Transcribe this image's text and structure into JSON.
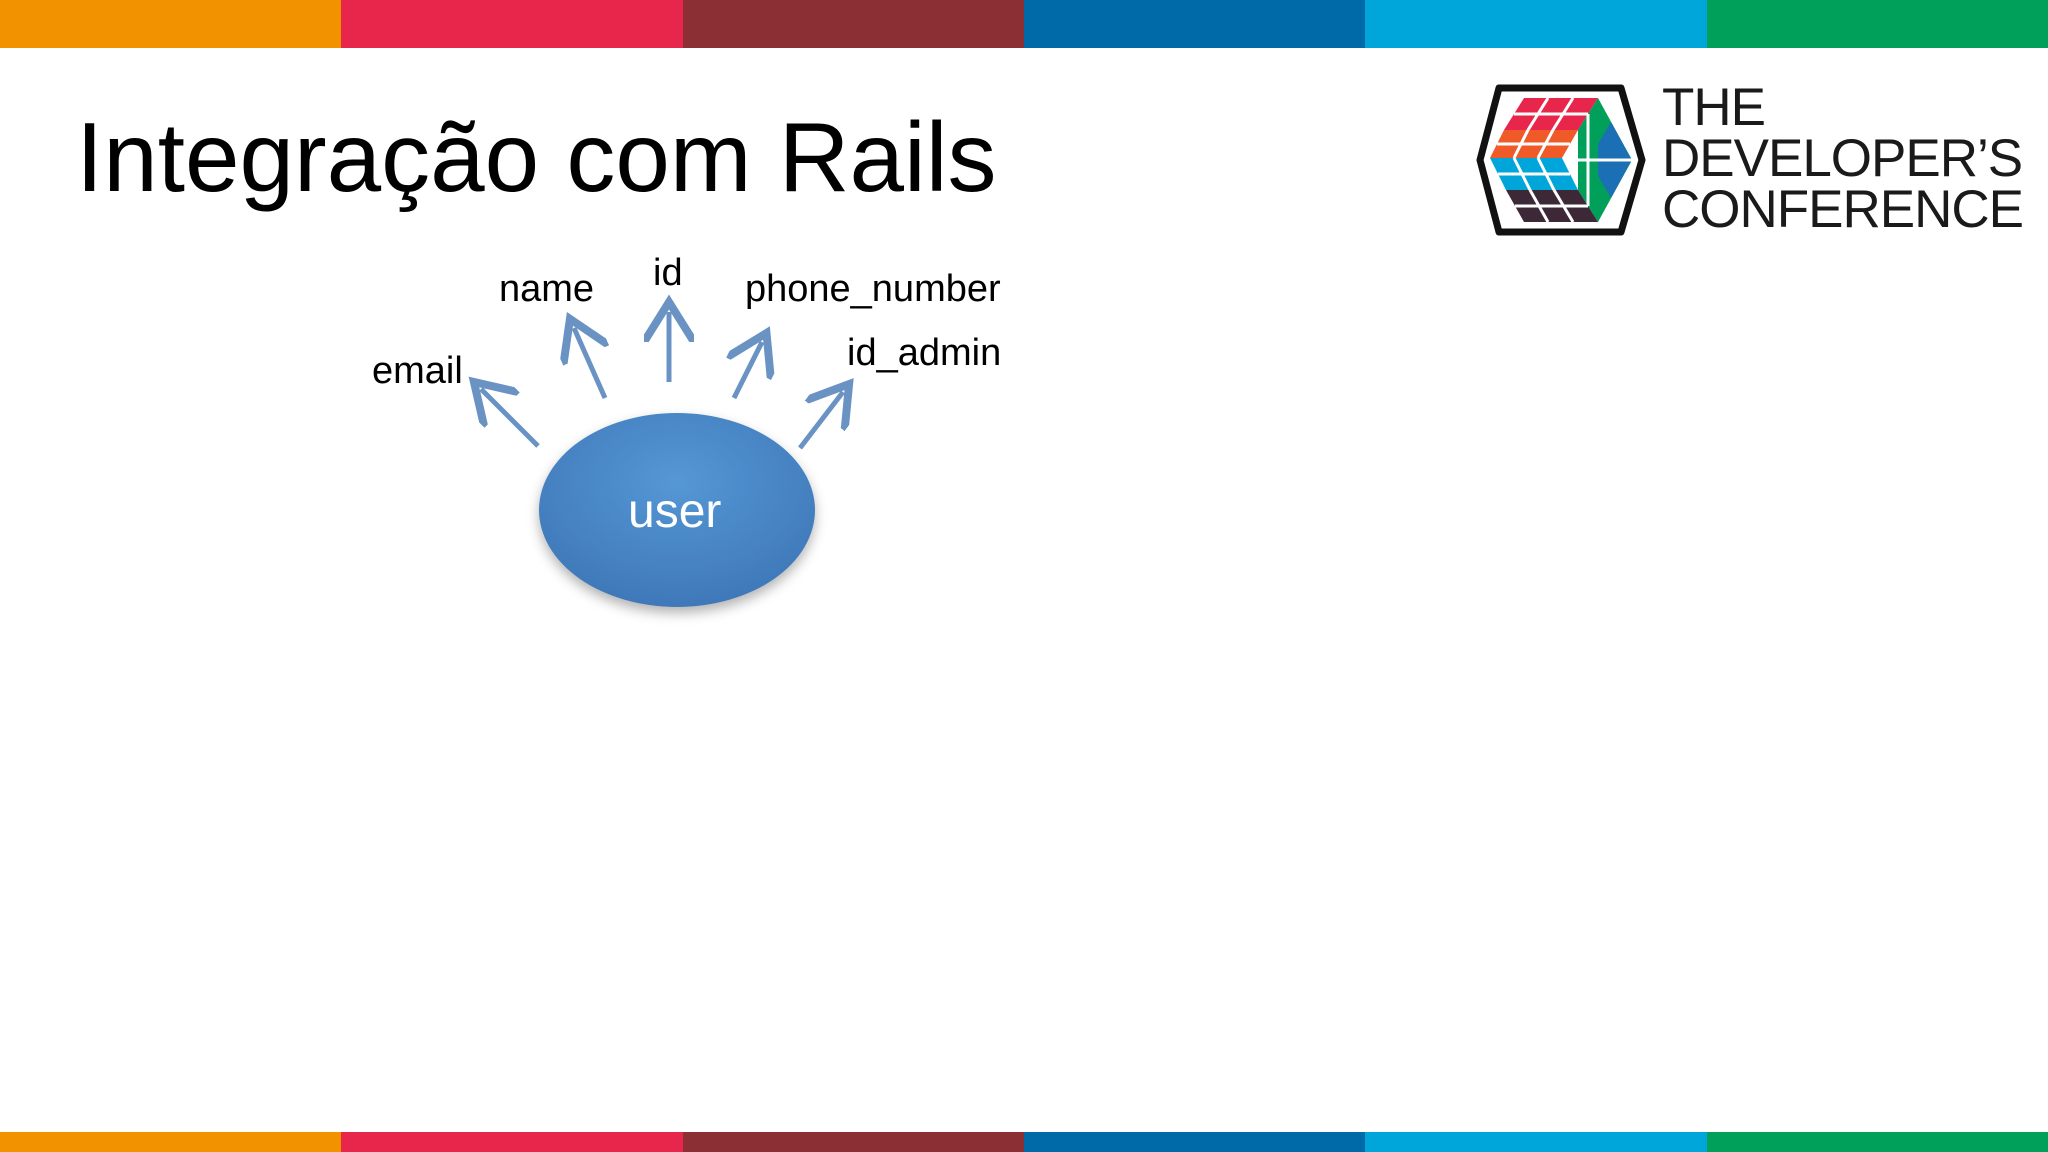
{
  "slide": {
    "title": "Integração com Rails",
    "stripe_colors": [
      "#f39200",
      "#e8254a",
      "#8b2f34",
      "#006aa8",
      "#00a5d9",
      "#00a05a"
    ]
  },
  "logo": {
    "line1": "THE",
    "line2": "DEVELOPER’S",
    "line3": "CONFERENCE"
  },
  "diagram": {
    "entity": "user",
    "entity_color": "#4a86c8",
    "arrow_color": "#6a93c4",
    "attributes": [
      "email",
      "name",
      "id",
      "phone_number",
      "id_admin"
    ]
  }
}
